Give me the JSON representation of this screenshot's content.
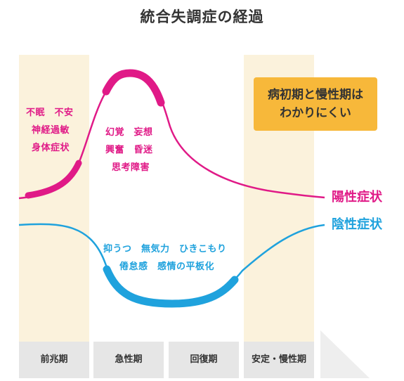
{
  "title": "統合失調症の経過",
  "phases": [
    "前兆期",
    "急性期",
    "回復期",
    "安定・慢性期"
  ],
  "positive": {
    "label": "陽性症状",
    "color": "#e01a87",
    "prodromal_symptoms": [
      "不眠　不安",
      "神経過敏",
      "身体症状"
    ],
    "acute_symptoms": [
      "幻覚　妄想",
      "興奮　昏迷",
      "思考障害"
    ]
  },
  "negative": {
    "label": "陰性症状",
    "color": "#1fa2dd",
    "symptoms": [
      "抑うつ　無気力　ひきこもり",
      "倦怠感　感情の平板化"
    ]
  },
  "note": {
    "line1": "病初期と慢性期は",
    "line2": "わかりにくい"
  },
  "colors": {
    "band": "#fbf2dc",
    "phase_bar": "#e6e6e6",
    "note_bg": "#f7b83a"
  }
}
